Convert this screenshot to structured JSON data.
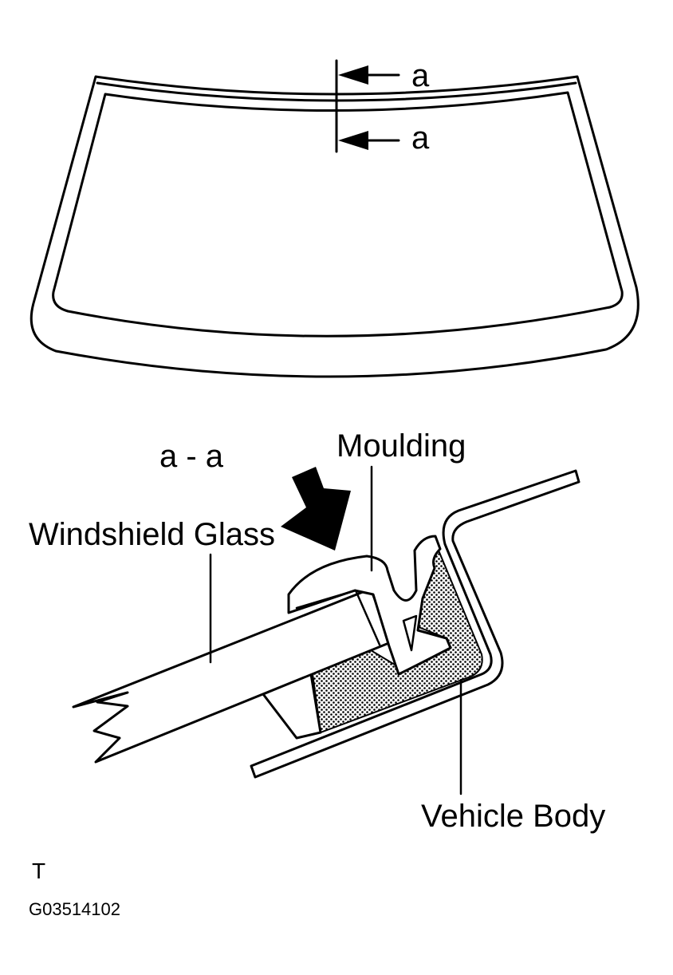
{
  "figure": {
    "section_marker_top": "a",
    "section_marker_bottom": "a",
    "section_title": "a - a",
    "labels": {
      "moulding": "Moulding",
      "windshield_glass": "Windshield Glass",
      "vehicle_body": "Vehicle Body"
    },
    "view_code": "T",
    "figure_id": "G03514102"
  }
}
